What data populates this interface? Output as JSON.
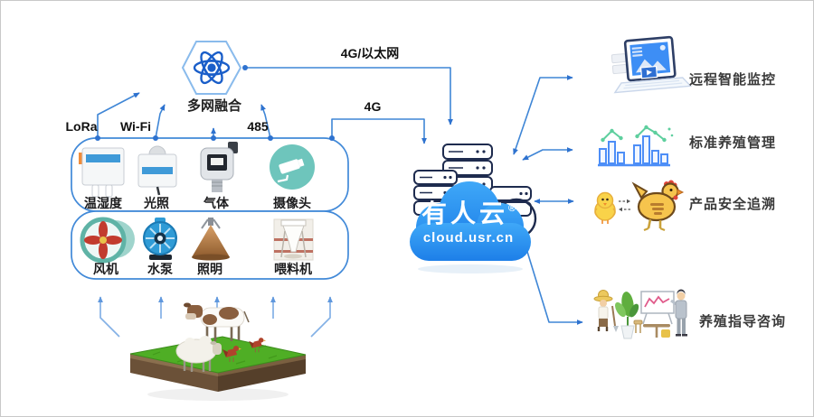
{
  "colors": {
    "line_blue": "#3f86d6",
    "line_light": "#84b1e6",
    "box_border": "#4189d8",
    "hexagon_stroke": "#8abbec",
    "atom_blue": "#1a5ec9",
    "cloud_top": "#3fa8f8",
    "cloud_bottom": "#1d7fe8",
    "camera_teal": "#6ec5bc",
    "chart_bar_blue": "#4d8ef7",
    "chart_line_green": "#5ecf9e",
    "grass_green": "#4fae25",
    "server_navy": "#1e2b4e"
  },
  "gateway": {
    "label": "多网融合",
    "icon": "atom-hexagon-icon"
  },
  "network_labels": {
    "lora": "LoRa",
    "wifi": "Wi-Fi",
    "rs485": "485",
    "wan": "4G/以太网",
    "cellular": "4G"
  },
  "device_box": {
    "sensors": [
      {
        "label": "温湿度",
        "icon": "temperature-humidity-sensor-icon"
      },
      {
        "label": "光照",
        "icon": "light-sensor-icon"
      },
      {
        "label": "气体",
        "icon": "gas-detector-icon"
      },
      {
        "label": "摄像头",
        "icon": "camera-icon"
      }
    ],
    "actuators": [
      {
        "label": "风机",
        "icon": "fan-icon"
      },
      {
        "label": "水泵",
        "icon": "water-pump-icon"
      },
      {
        "label": "照明",
        "icon": "lighting-icon"
      },
      {
        "label": "喂料机",
        "icon": "feeder-icon"
      }
    ]
  },
  "cloud": {
    "name": "有人云",
    "registered_mark": "®",
    "domain": "cloud.usr.cn",
    "icon": "cloud-server-cluster-icon"
  },
  "services": [
    {
      "label": "远程智能监控",
      "icon": "remote-monitoring-icon"
    },
    {
      "label": "标准养殖管理",
      "icon": "farm-management-chart-icon"
    },
    {
      "label": "产品安全追溯",
      "icon": "product-traceability-icon"
    },
    {
      "label": "养殖指导咨询",
      "icon": "farming-consultation-icon"
    }
  ],
  "farm_scene": {
    "icon": "livestock-farm-illustration"
  }
}
